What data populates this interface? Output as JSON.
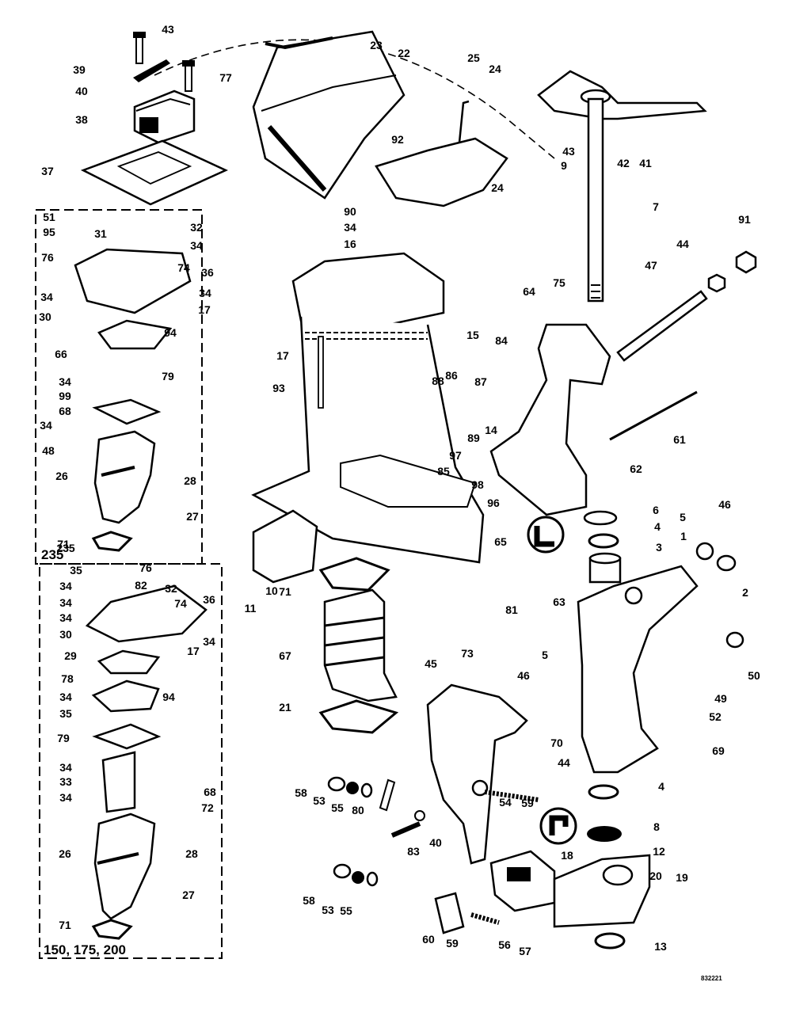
{
  "diagram": {
    "model_labels": {
      "top_box": "235",
      "bottom_box": "150, 175, 200"
    },
    "stamp": "832221",
    "callouts": [
      "39",
      "43",
      "23",
      "22",
      "25",
      "24",
      "77",
      "40",
      "38",
      "92",
      "43",
      "9",
      "42",
      "41",
      "37",
      "24",
      "7",
      "51",
      "95",
      "32",
      "31",
      "90",
      "34",
      "16",
      "91",
      "34",
      "76",
      "74",
      "36",
      "34",
      "44",
      "47",
      "34",
      "30",
      "17",
      "75",
      "94",
      "64",
      "15",
      "66",
      "17",
      "84",
      "86",
      "87",
      "34",
      "99",
      "88",
      "93",
      "79",
      "68",
      "14",
      "89",
      "61",
      "34",
      "97",
      "62",
      "48",
      "28",
      "85",
      "98",
      "26",
      "96",
      "27",
      "6",
      "4",
      "46",
      "71",
      "65",
      "5",
      "235",
      "3",
      "1",
      "35",
      "76",
      "34",
      "32",
      "34",
      "82",
      "11",
      "10",
      "71",
      "63",
      "2",
      "34",
      "74",
      "36",
      "30",
      "81",
      "73",
      "34",
      "29",
      "5",
      "50",
      "17",
      "94",
      "67",
      "46",
      "49",
      "78",
      "45",
      "70",
      "34",
      "52",
      "35",
      "21",
      "69",
      "79",
      "44",
      "34",
      "4",
      "33",
      "34",
      "68",
      "72",
      "58",
      "53",
      "55",
      "80",
      "54",
      "59",
      "8",
      "40",
      "83",
      "12",
      "26",
      "28",
      "18",
      "20",
      "19",
      "58",
      "53",
      "27",
      "55",
      "71",
      "60",
      "59",
      "56",
      "57",
      "13"
    ]
  }
}
